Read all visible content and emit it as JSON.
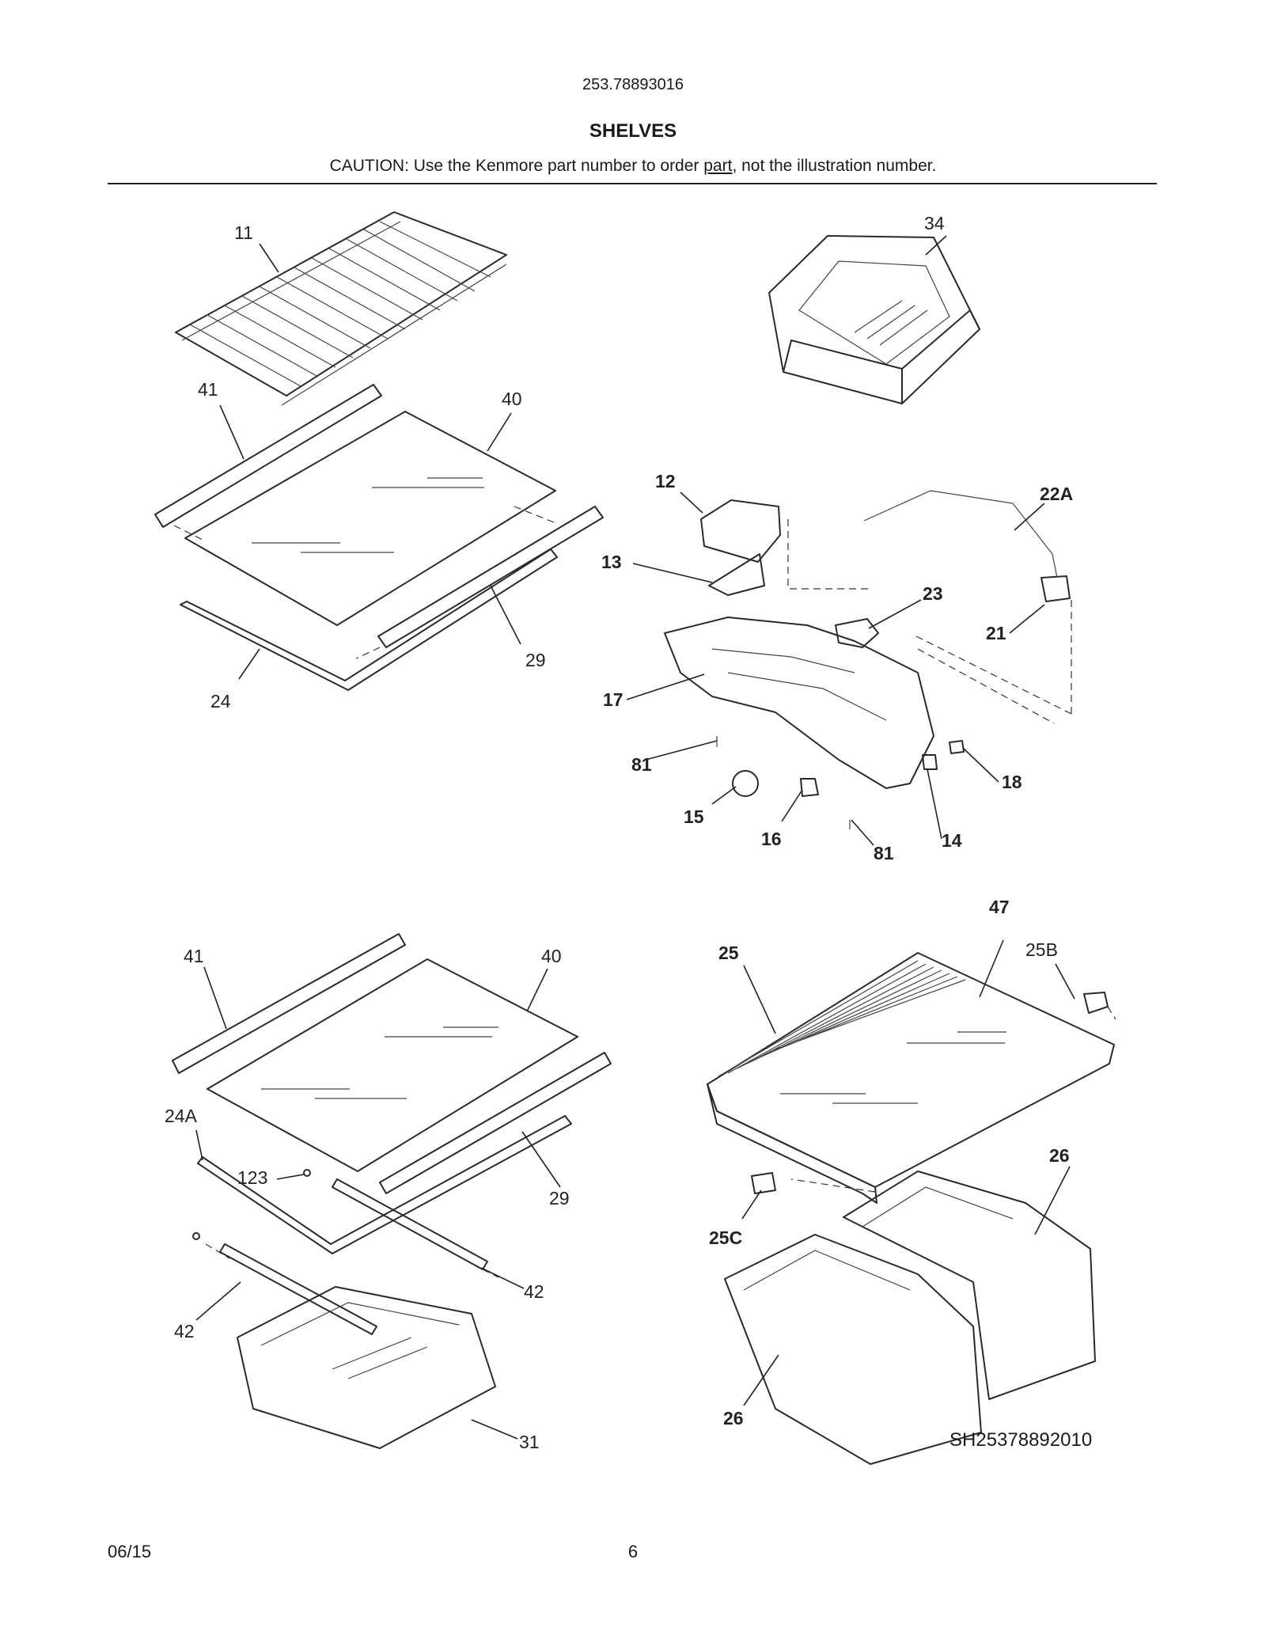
{
  "header": {
    "model_number": "253.78893016",
    "section_title": "SHELVES",
    "caution_before": "CAUTION: Use the Kenmore part number to order ",
    "caution_link": "part",
    "caution_after": ", not the illustration number."
  },
  "callouts": {
    "c11": "11",
    "c34": "34",
    "c41a": "41",
    "c40a": "40",
    "c12": "12",
    "c22A": "22A",
    "c13": "13",
    "c23": "23",
    "c21": "21",
    "c29a": "29",
    "c24": "24",
    "c17": "17",
    "c81a": "81",
    "c18": "18",
    "c15": "15",
    "c16": "16",
    "c81b": "81",
    "c14": "14",
    "c47": "47",
    "c41b": "41",
    "c40b": "40",
    "c25": "25",
    "c25B": "25B",
    "c24A": "24A",
    "c123": "123",
    "c29b": "29",
    "c26a": "26",
    "c25C": "25C",
    "c42a": "42",
    "c42b": "42",
    "c31": "31",
    "c26b": "26"
  },
  "footer": {
    "date": "06/15",
    "page_number": "6",
    "drawing_ref": "SH25378892010"
  }
}
